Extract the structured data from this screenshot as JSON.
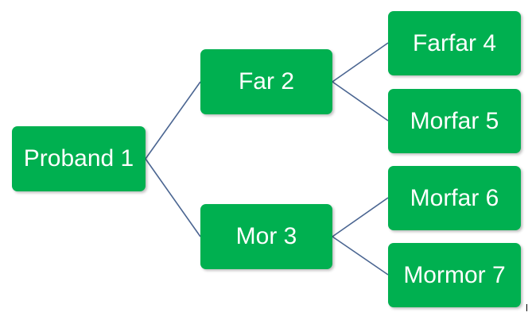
{
  "colors": {
    "node_fill": "#00b050",
    "connector": "#4a6591",
    "text": "#ffffff"
  },
  "nodes": {
    "proband": "Proband 1",
    "far": "Far 2",
    "mor": "Mor 3",
    "farfar": "Farfar 4",
    "morfar5": "Morfar 5",
    "morfar6": "Morfar 6",
    "mormor": "Mormor 7"
  }
}
